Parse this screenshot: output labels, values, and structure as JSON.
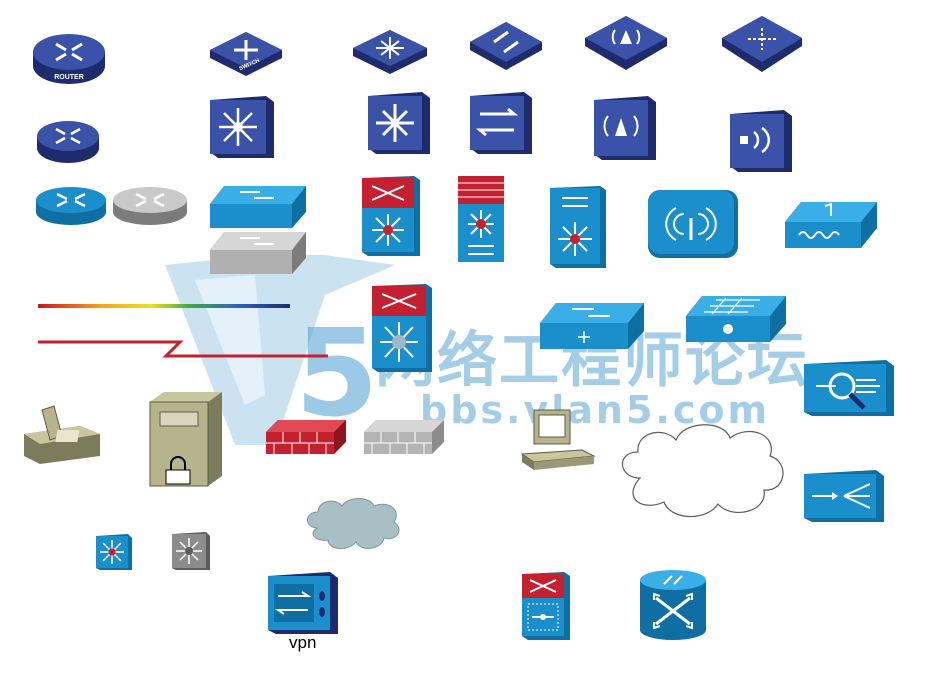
{
  "icons": {
    "router_top": {
      "label": "ROUTER"
    },
    "switch_top": {
      "label": "SWITCH"
    },
    "vpn_label": "vpn"
  },
  "watermark": {
    "logo_numeral": "5",
    "title": "网络工程师论坛",
    "site": "bbs.vlan5.com"
  },
  "colors": {
    "navy": "#2e3f8f",
    "cisco_blue": "#1b8fcc",
    "firewall_red": "#c4202f",
    "gray": "#9b9b9b",
    "cloud_gray": "#a8bfc6"
  }
}
